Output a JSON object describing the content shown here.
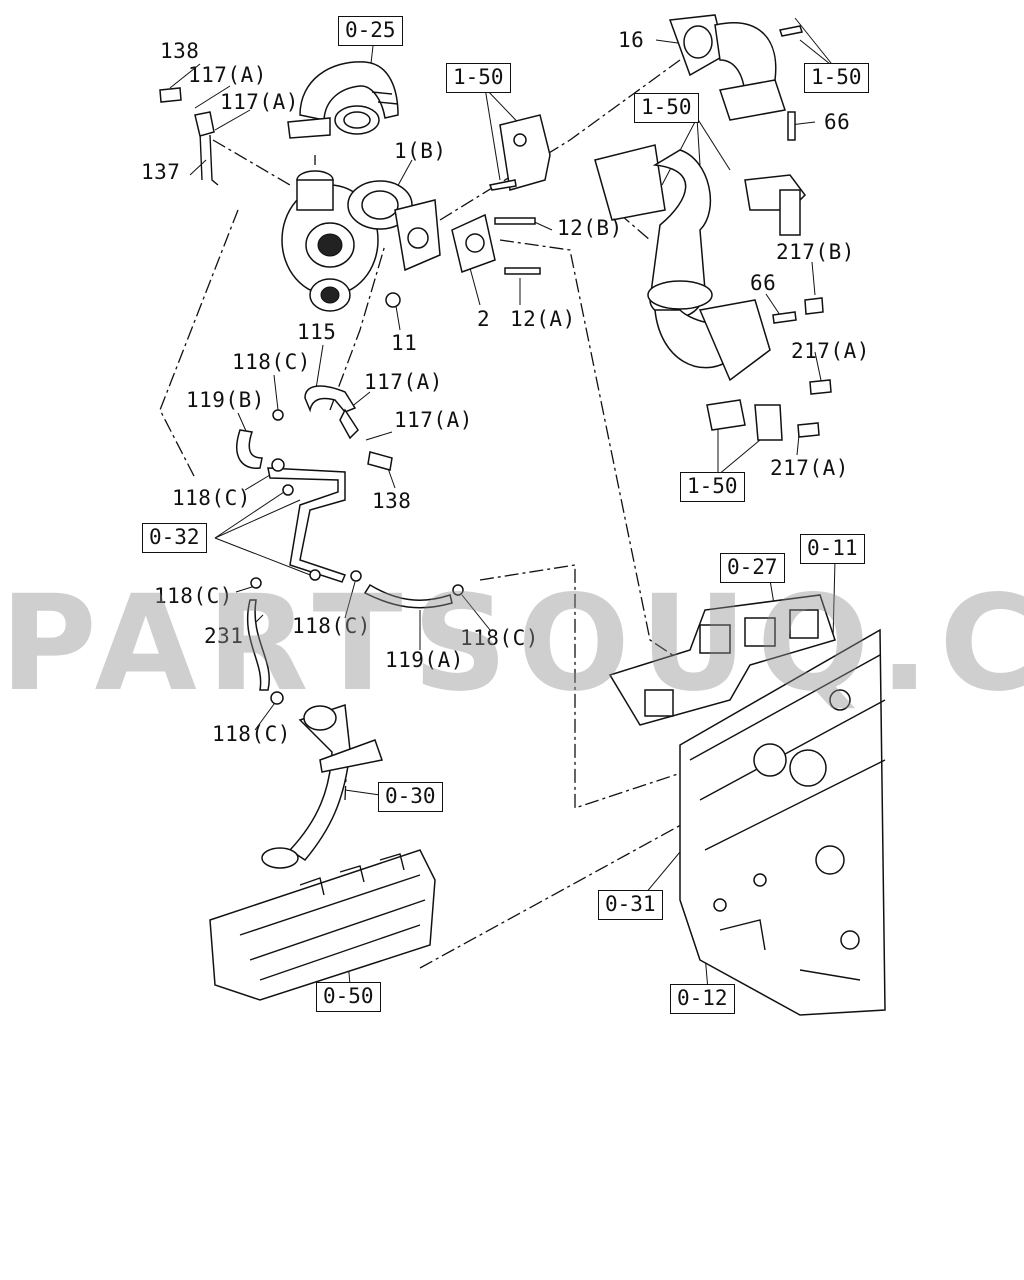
{
  "watermark": "PARTSOUQ.COM",
  "ref_boxes": {
    "r0_25": "0-25",
    "r1_50_top_left": "1-50",
    "r1_50_top_right": "1-50",
    "r1_50_mid": "1-50",
    "r1_50_bottom": "1-50",
    "r0_32": "0-32",
    "r0_27": "0-27",
    "r0_11": "0-11",
    "r0_30": "0-30",
    "r0_31": "0-31",
    "r0_50": "0-50",
    "r0_12": "0-12"
  },
  "part_labels": {
    "p138_top": "138",
    "p117a_1": "117(A)",
    "p117a_2": "117(A)",
    "p137": "137",
    "p1b": "1(B)",
    "p16": "16",
    "p66_top": "66",
    "p12b": "12(B)",
    "p2": "2",
    "p12a": "12(A)",
    "p11": "11",
    "p115": "115",
    "p118c_1": "118(C)",
    "p117a_3": "117(A)",
    "p119b": "119(B)",
    "p117a_4": "117(A)",
    "p138_mid": "138",
    "p118c_2": "118(C)",
    "p217b": "217(B)",
    "p66_mid": "66",
    "p217a_1": "217(A)",
    "p217a_2": "217(A)",
    "p118c_3": "118(C)",
    "p231": "231",
    "p118c_4": "118(C)",
    "p119a": "119(A)",
    "p118c_5": "118(C)",
    "p118c_6": "118(C)"
  }
}
